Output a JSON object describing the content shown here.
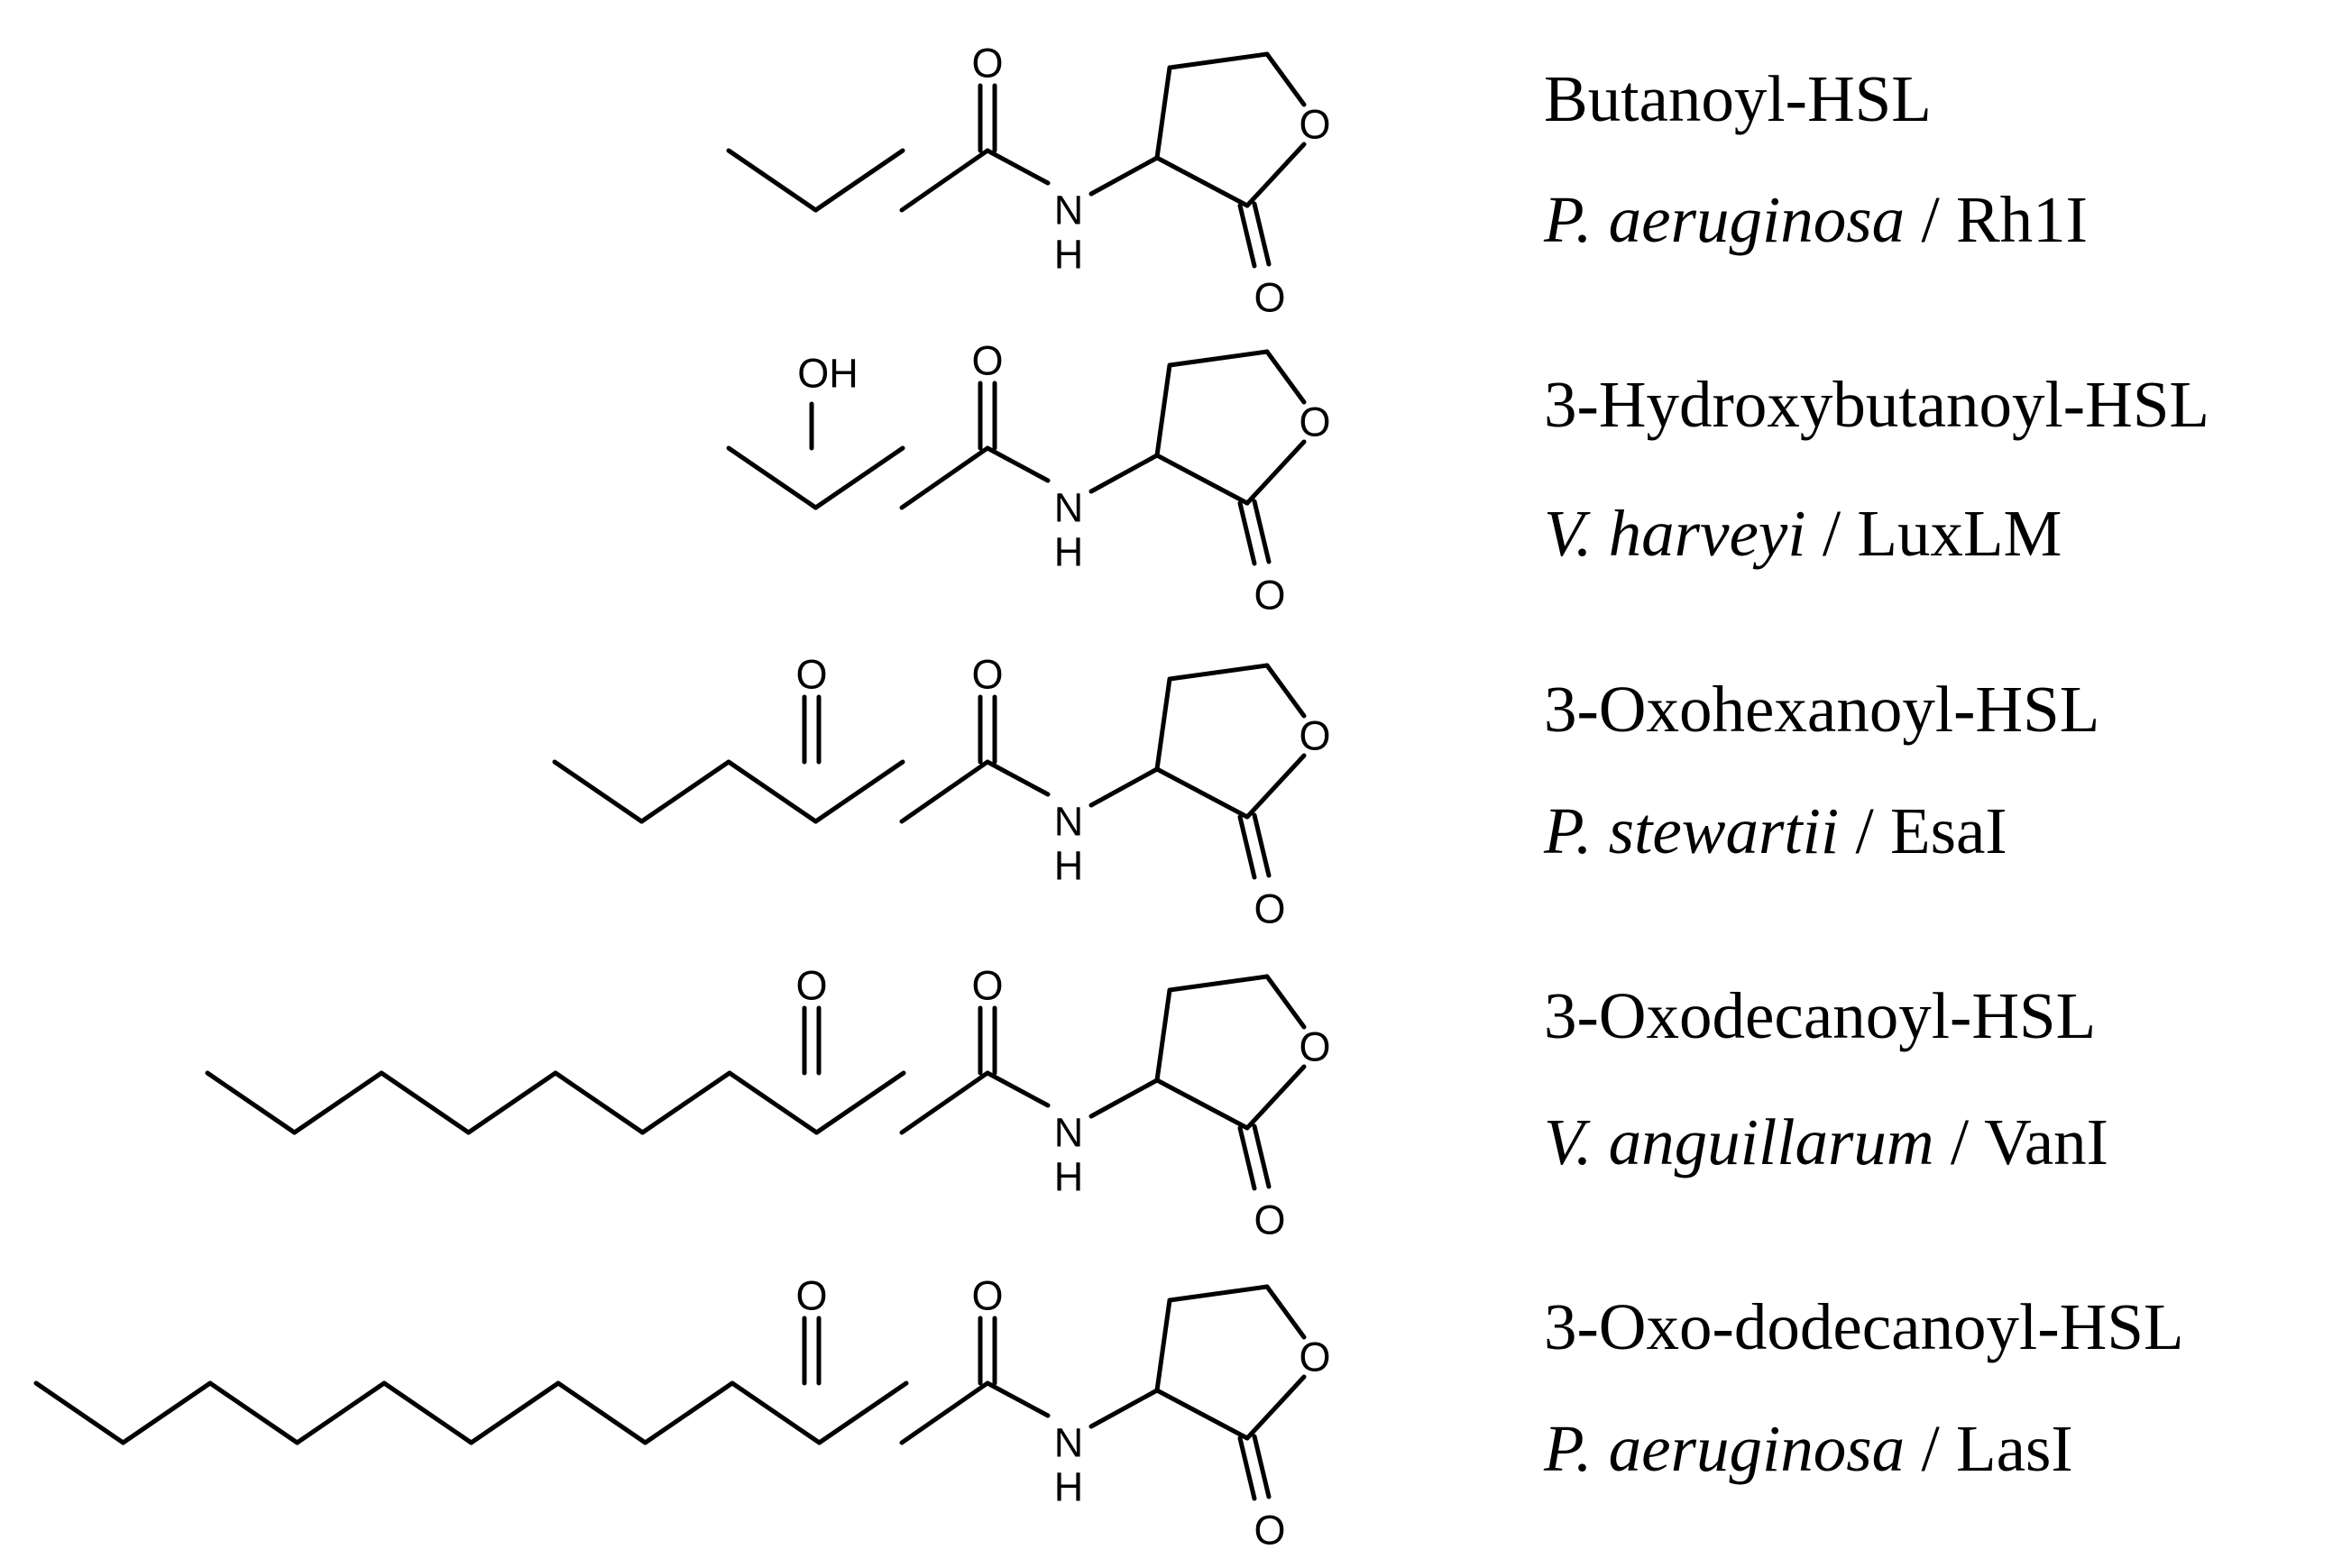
{
  "molecules": [
    {
      "name": "Butanoyl-HSL",
      "species": "P. aeruginosa",
      "separator": " / ",
      "synthase": "Rh1I",
      "atom_labels": {
        "oxygen": "O",
        "nitrogen": "N",
        "hydrogen": "H",
        "hydroxyl": "OH"
      }
    },
    {
      "name": "3-Hydroxybutanoyl-HSL",
      "species": "V. harveyi",
      "separator": " / ",
      "synthase": "LuxLM",
      "atom_labels": {
        "oxygen": "O",
        "nitrogen": "N",
        "hydrogen": "H",
        "hydroxyl": "OH"
      }
    },
    {
      "name": "3-Oxohexanoyl-HSL",
      "species": "P. stewartii",
      "separator": " / ",
      "synthase": "EsaI",
      "atom_labels": {
        "oxygen": "O",
        "nitrogen": "N",
        "hydrogen": "H",
        "hydroxyl": "OH"
      }
    },
    {
      "name": "3-Oxodecanoyl-HSL",
      "species": "V. anguillarum",
      "separator": " / ",
      "synthase": "VanI",
      "atom_labels": {
        "oxygen": "O",
        "nitrogen": "N",
        "hydrogen": "H",
        "hydroxyl": "OH"
      }
    },
    {
      "name": "3-Oxo-dodecanoyl-HSL",
      "species": "P. aeruginosa",
      "separator": " / ",
      "synthase": "LasI",
      "atom_labels": {
        "oxygen": "O",
        "nitrogen": "N",
        "hydrogen": "H",
        "hydroxyl": "OH"
      }
    }
  ]
}
